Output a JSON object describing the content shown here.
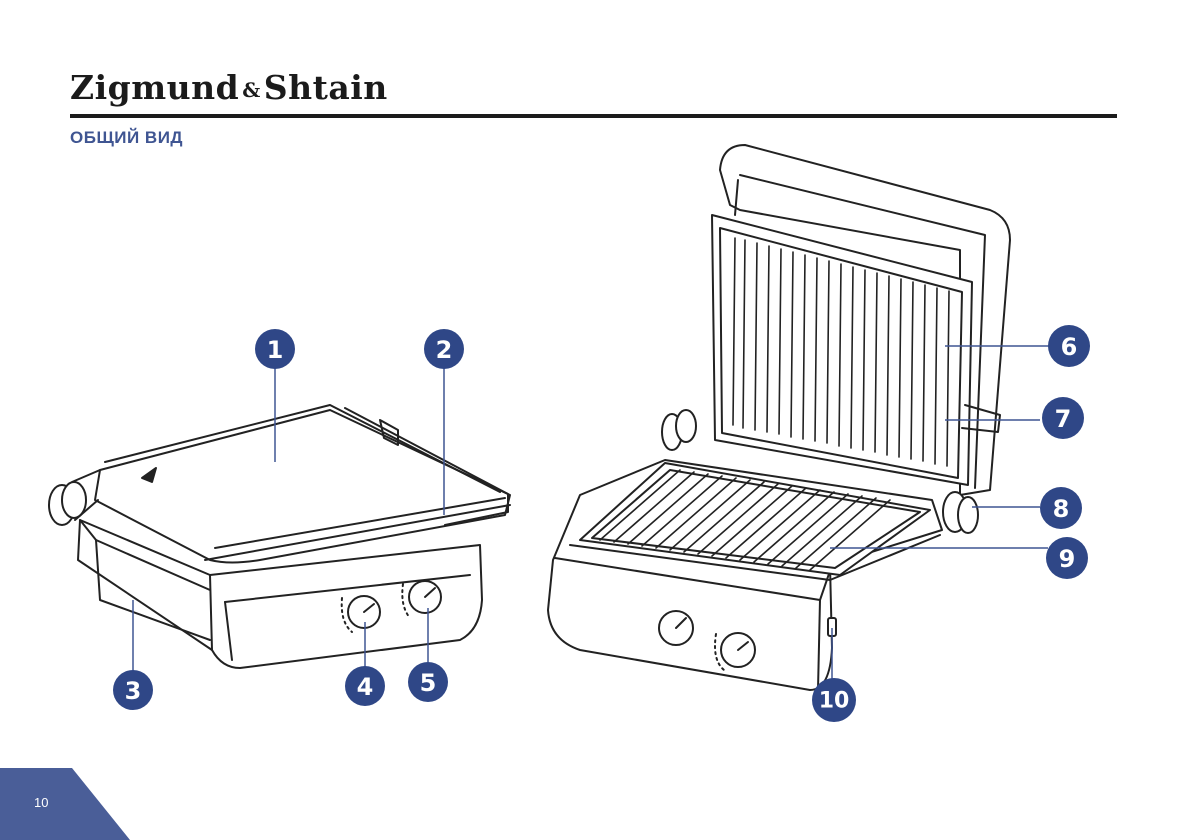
{
  "header": {
    "brand_left": "Zigmund",
    "brand_amp": "&",
    "brand_right": "Shtain",
    "section_title": "ОБЩИЙ ВИД"
  },
  "callouts": [
    {
      "number": "1"
    },
    {
      "number": "2"
    },
    {
      "number": "3"
    },
    {
      "number": "4"
    },
    {
      "number": "5"
    },
    {
      "number": "6"
    },
    {
      "number": "7"
    },
    {
      "number": "8"
    },
    {
      "number": "9"
    },
    {
      "number": "10"
    }
  ],
  "footer": {
    "page_number": "10"
  },
  "colors": {
    "accent": "#3f5592",
    "marker": "#2f4787",
    "rule": "#1b1b1b",
    "page_tab": "#4a5e98"
  }
}
